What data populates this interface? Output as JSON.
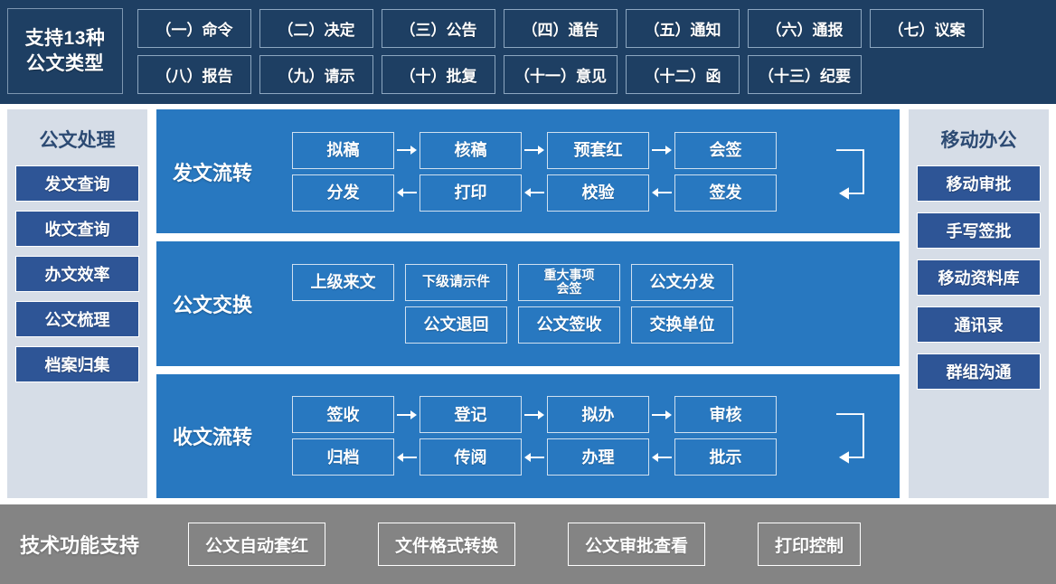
{
  "header": {
    "title_line1": "支持13种",
    "title_line2": "公文类型",
    "doc_types_row1": [
      "（一）命令",
      "（二）决定",
      "（三）公告",
      "（四）通告",
      "（五）通知",
      "（六）通报",
      "（七）议案"
    ],
    "doc_types_row2": [
      "（八）报告",
      "（九）请示",
      "（十）批复",
      "（十一）意见",
      "（十二）函",
      "（十三）纪要"
    ]
  },
  "sidebar_left": {
    "title": "公文处理",
    "items": [
      "发文查询",
      "收文查询",
      "办文效率",
      "公文梳理",
      "档案归集"
    ]
  },
  "sidebar_right": {
    "title": "移动办公",
    "items": [
      "移动审批",
      "手写签批",
      "移动资料库",
      "通讯录",
      "群组沟通"
    ]
  },
  "sections": [
    {
      "label": "发文流转",
      "type": "flow",
      "row_top": [
        "拟稿",
        "核稿",
        "预套红",
        "会签"
      ],
      "row_bottom": [
        "分发",
        "打印",
        "校验",
        "签发"
      ]
    },
    {
      "label": "公文交换",
      "type": "grid",
      "row_top": [
        "上级来文",
        "下级请示件",
        "重大事项\n会签",
        "公文分发"
      ],
      "row_bottom": [
        "",
        "公文退回",
        "公文签收",
        "交换单位"
      ]
    },
    {
      "label": "收文流转",
      "type": "flow",
      "row_top": [
        "签收",
        "登记",
        "拟办",
        "审核"
      ],
      "row_bottom": [
        "归档",
        "传阅",
        "办理",
        "批示"
      ]
    }
  ],
  "footer": {
    "label": "技术功能支持",
    "buttons": [
      "公文自动套红",
      "文件格式转换",
      "公文审批查看",
      "打印控制"
    ]
  },
  "colors": {
    "header_bg": "#1e3f63",
    "panel_blue": "#2878c0",
    "sidebar_bg": "#d6dde7",
    "sidebar_btn": "#2e5596",
    "footer_bg": "#848484",
    "node_border": "#cfe0f0",
    "sidebar_title": "#2c4a73"
  }
}
